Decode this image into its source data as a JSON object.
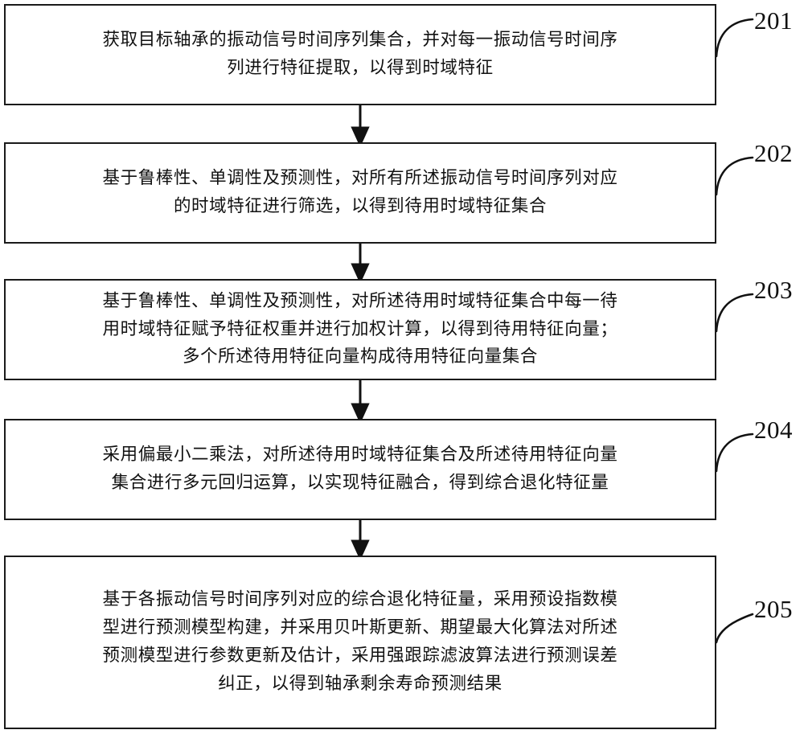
{
  "figure": {
    "type": "patent-flowchart",
    "orientation": "vertical",
    "background_color": "#ffffff",
    "line_color": "#1a1a1a"
  },
  "steps": [
    {
      "ref": "201",
      "text": "获取目标轴承的振动信号时间序列集合，并对每一振动信号时间序\n列进行特征提取，以得到时域特征"
    },
    {
      "ref": "202",
      "text": "基于鲁棒性、单调性及预测性，对所有所述振动信号时间序列对应\n的时域特征进行筛选，以得到待用时域特征集合"
    },
    {
      "ref": "203",
      "text": "基于鲁棒性、单调性及预测性，对所述待用时域特征集合中每一待\n用时域特征赋予特征权重并进行加权计算，以得到待用特征向量；\n多个所述待用特征向量构成待用特征向量集合"
    },
    {
      "ref": "204",
      "text": "采用偏最小二乘法，对所述待用时域特征集合及所述待用特征向量\n集合进行多元回归运算，以实现特征融合，得到综合退化特征量"
    },
    {
      "ref": "205",
      "text": "基于各振动信号时间序列对应的综合退化特征量，采用预设指数模\n型进行预测模型构建，并采用贝叶斯更新、期望最大化算法对所述\n预测模型进行参数更新及估计，采用强跟踪滤波算法进行预测误差\n纠正，以得到轴承剩余寿命预测结果"
    }
  ],
  "connectors": [
    {
      "from_ref": "201",
      "to_ref": "202",
      "style": "arrow-down"
    },
    {
      "from_ref": "202",
      "to_ref": "203",
      "style": "arrow-down"
    },
    {
      "from_ref": "203",
      "to_ref": "204",
      "style": "arrow-down"
    },
    {
      "from_ref": "204",
      "to_ref": "205",
      "style": "arrow-down"
    }
  ],
  "leader_lines": [
    {
      "ref": "201",
      "style": "curved-leader"
    },
    {
      "ref": "202",
      "style": "curved-leader"
    },
    {
      "ref": "203",
      "style": "curved-leader"
    },
    {
      "ref": "204",
      "style": "curved-leader"
    },
    {
      "ref": "205",
      "style": "curved-leader"
    }
  ]
}
